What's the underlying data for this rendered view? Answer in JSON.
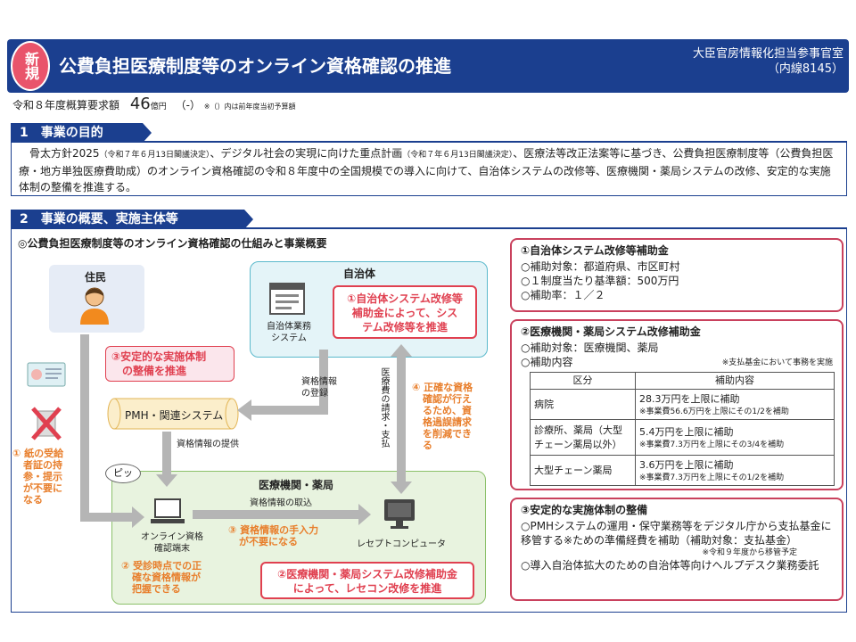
{
  "header": {
    "badge": "新規",
    "title": "公費負担医療制度等のオンライン資格確認の推進",
    "dept_line1": "大臣官房情報化担当参事官室",
    "dept_line2": "（内線8145）"
  },
  "budget": {
    "label": "令和８年度概算要求額",
    "amount": "46",
    "unit": "億円",
    "prev": "（-）",
    "note": "※（）内は前年度当初予算額"
  },
  "section1": {
    "heading": "1　事業の目的",
    "text_a": "　骨太方針2025",
    "note_a": "（令和７年６月13日閣議決定）",
    "text_b": "、デジタル社会の実現に向けた重点計画",
    "note_b": "（令和７年６月13日閣議決定）",
    "text_c": "、医療法等改正法案等に基づき、公費負担医療制度等（公費負担医療・地方単独医療費助成）のオンライン資格確認の令和８年度中の全国規模での導入に向けて、自治体システムの改修等、医療機関・薬局システムの改修、安定的な実施体制の整備を推進する。"
  },
  "section2": {
    "heading": "2　事業の概要、実施主体等",
    "diagram_title": "◎公費負担医療制度等のオンライン資格確認の仕組みと事業概要",
    "resident_label": "住民",
    "jichitai_label": "自治体",
    "jichitai_system_line1": "自治体業務",
    "jichitai_system_line2": "システム",
    "callout1_line1": "①自治体システム改修等",
    "callout1_line2": "補助金によって、シス",
    "callout1_line3": "テム改修等を推進",
    "callout3_line1": "③安定的な実施体制",
    "callout3_line2": "の整備を推進",
    "pmh_label": "PMH・関連システム",
    "register_line1": "資格情報",
    "register_line2": "の登録",
    "provide_label": "資格情報の提供",
    "claim_label": "医療費の請求・支払",
    "merit4_line1": "④ 正確な資格",
    "merit4_line2": "確認が行え",
    "merit4_line3": "るため、資",
    "merit4_line4": "格過誤請求",
    "merit4_line5": "を削減でき",
    "merit4_line6": "る",
    "merit1_line1": "① 紙の受給",
    "merit1_line2": "者証の持",
    "merit1_line3": "参・提示",
    "merit1_line4": "が不要に",
    "merit1_line5": "なる",
    "pip": "ピッ",
    "iryo_label": "医療機関・薬局",
    "terminal_line1": "オンライン資格",
    "terminal_line2": "確認端末",
    "fetch_label": "資格情報の取込",
    "merit3_line1": "③ 資格情報の手入力",
    "merit3_line2": "が不要になる",
    "receipt_label": "レセプトコンピュータ",
    "merit2_line1": "② 受診時点での正",
    "merit2_line2": "確な資格情報が",
    "merit2_line3": "把握できる",
    "callout2_line1": "②医療機関・薬局システム改修補助金",
    "callout2_line2": "によって、レセコン改修を推進"
  },
  "panel1": {
    "title": "①自治体システム改修等補助金",
    "items": [
      "○補助対象：都道府県、市区町村",
      "○１制度当たり基準額：500万円",
      "○補助率：１／２"
    ]
  },
  "panel2": {
    "title": "②医療機関・薬局システム改修補助金",
    "item1": "○補助対象：医療機関、薬局",
    "item2": "○補助内容",
    "note": "※支払基金において事務を実施",
    "col1": "区分",
    "col2": "補助内容",
    "rows": [
      {
        "kubun": "病院",
        "main": "28.3万円を上限に補助",
        "sub": "※事業費56.6万円を上限にその1/2を補助"
      },
      {
        "kubun": "診療所、薬局（大型チェーン薬局以外）",
        "main": "5.4万円を上限に補助",
        "sub": "※事業費7.3万円を上限にその3/4を補助"
      },
      {
        "kubun": "大型チェーン薬局",
        "main": "3.6万円を上限に補助",
        "sub": "※事業費7.3万円を上限にその1/2を補助"
      }
    ]
  },
  "panel3": {
    "title": "③安定的な実施体制の整備",
    "item1": "○PMHシステムの運用・保守業務等をデジタル庁から支払基金に移管する※ための準備経費を補助（補助対象：支払基金）",
    "item1_note": "※令和９年度から移管予定",
    "item2": "○導入自治体拡大のための自治体等向けヘルプデスク業務委託"
  }
}
